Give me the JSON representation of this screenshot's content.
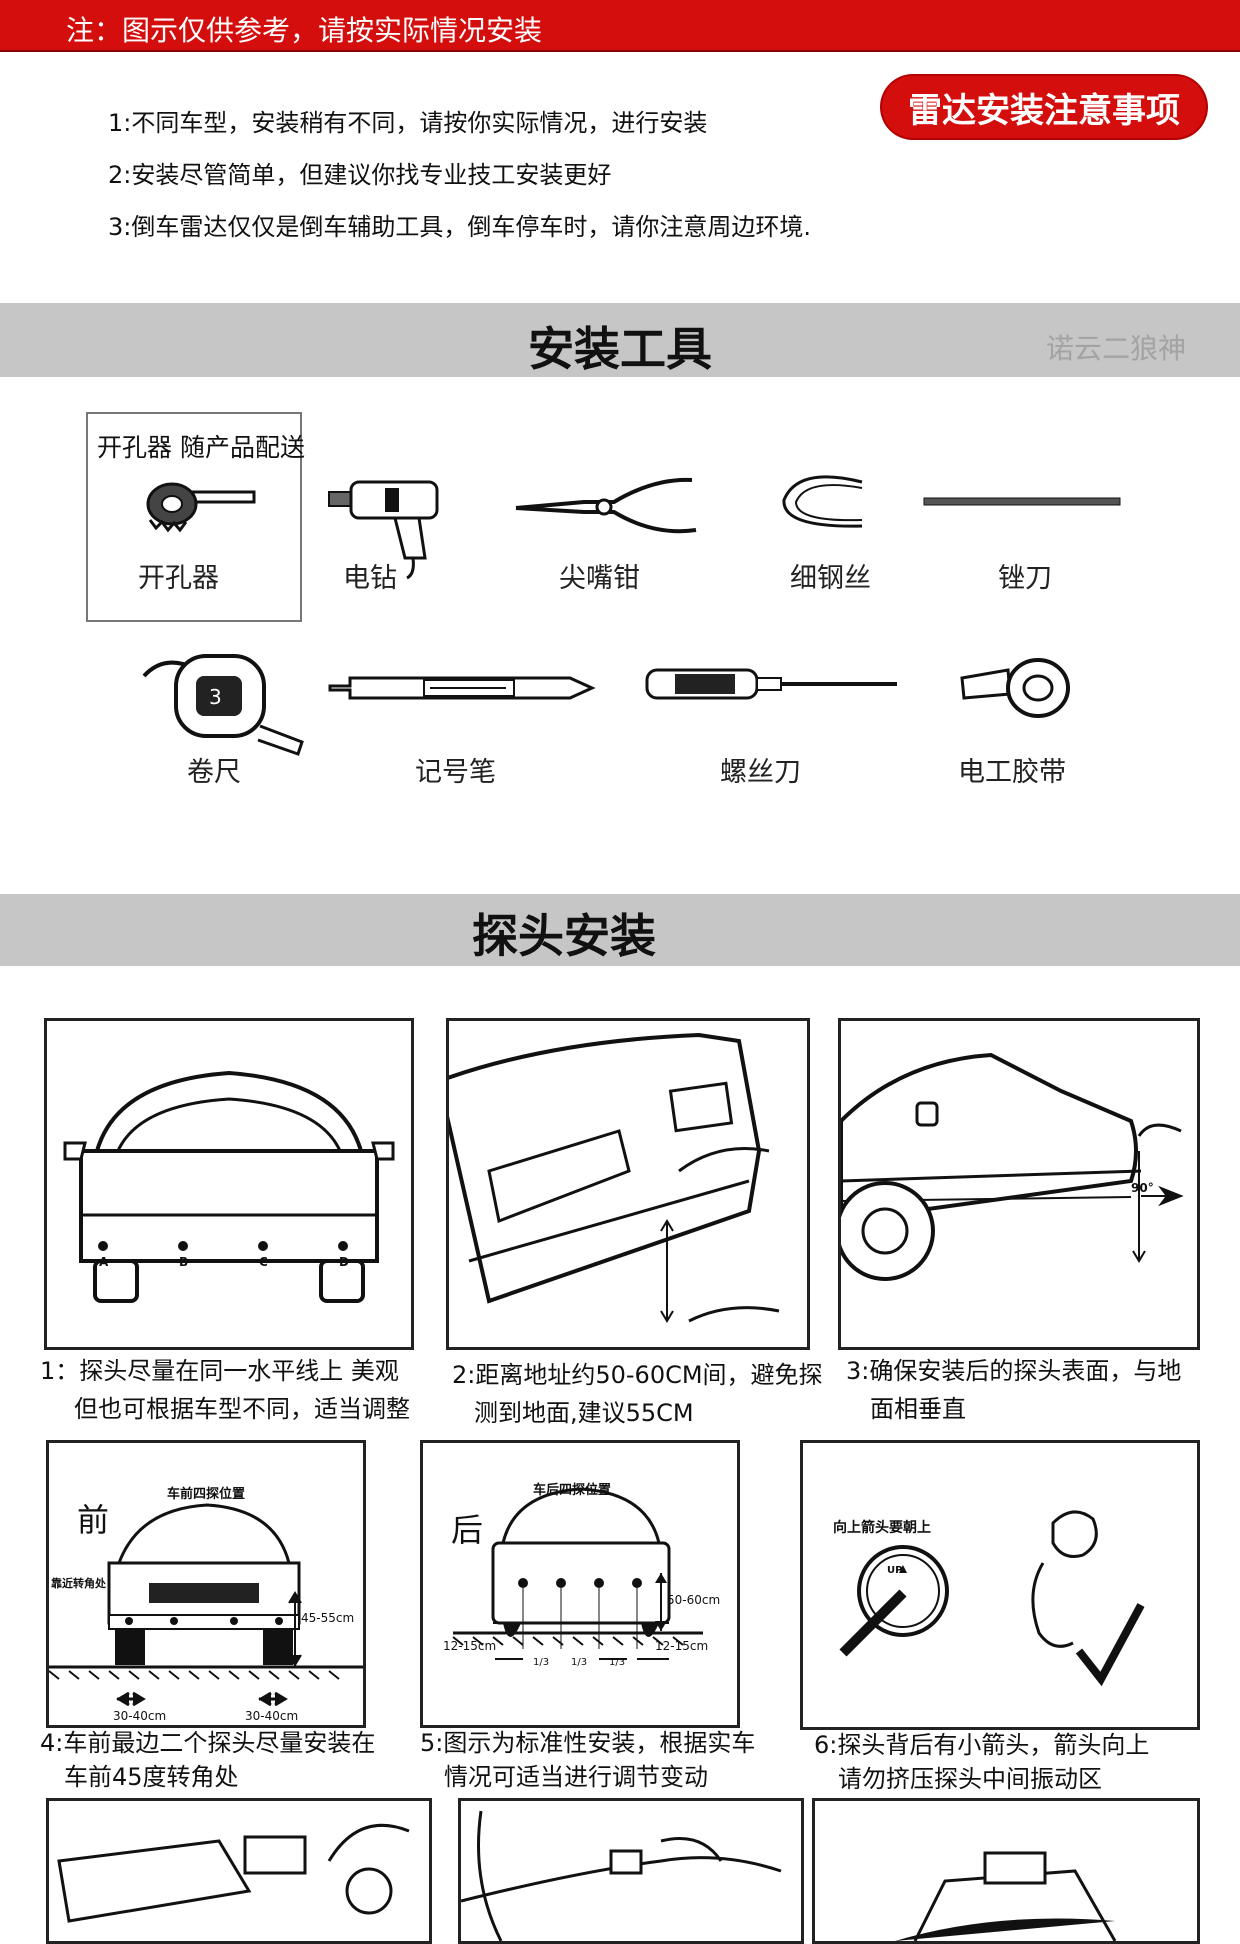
{
  "banner": {
    "notice": "注：图示仅供参考，请按实际情况安装"
  },
  "notes": {
    "items": [
      "1:不同车型，安装稍有不同，请按你实际情况，进行安装",
      "2:安装尽管简单，但建议你找专业技工安装更好",
      "3:倒车雷达仅仅是倒车辅助工具，倒车停车时，请你注意周边环境."
    ],
    "badge": "雷达安装注意事项"
  },
  "tools_section": {
    "title": "安装工具",
    "watermark": "诺云二狼神",
    "holesaw_note": "开孔器 随产品配送",
    "row1": [
      {
        "label": "开孔器",
        "icon": "hole-saw-icon"
      },
      {
        "label": "电钻",
        "icon": "electric-drill-icon"
      },
      {
        "label": "尖嘴钳",
        "icon": "needle-nose-pliers-icon"
      },
      {
        "label": "细钢丝",
        "icon": "steel-wire-icon"
      },
      {
        "label": "锉刀",
        "icon": "file-tool-icon"
      }
    ],
    "row2": [
      {
        "label": "卷尺",
        "icon": "tape-measure-icon"
      },
      {
        "label": "记号笔",
        "icon": "marker-pen-icon"
      },
      {
        "label": "螺丝刀",
        "icon": "screwdriver-icon"
      },
      {
        "label": "电工胶带",
        "icon": "electrical-tape-icon"
      }
    ]
  },
  "probe_section": {
    "title": "探头安装",
    "steps": [
      {
        "line1": "1：探头尽量在同一水平线上 美观",
        "line2": "但也可根据车型不同，适当调整"
      },
      {
        "line1": "2:距离地址约50-60CM间，避免探",
        "line2": "测到地面,建议55CM"
      },
      {
        "line1": "3:确保安装后的探头表面，与地",
        "line2": "面相垂直"
      },
      {
        "line1": "4:车前最边二个探头尽量安装在",
        "line2": "车前45度转角处"
      },
      {
        "line1": "5:图示为标准性安装，根据实车",
        "line2": "情况可适当进行调节变动"
      },
      {
        "line1": "6:探头背后有小箭头，箭头向上",
        "line2": "请勿挤压探头中间振动区"
      }
    ],
    "diagram1": {
      "points": [
        "A",
        "B",
        "C",
        "D"
      ]
    },
    "diagram3": {
      "angle": "90°"
    },
    "diagram4": {
      "heading": "车前四探位置",
      "side": "前",
      "corner_label": "靠近转角处",
      "height": "45-55cm",
      "span_left": "30-40cm",
      "span_right": "30-40cm"
    },
    "diagram5": {
      "heading": "车后四探位置",
      "side": "后",
      "height": "50-60cm",
      "edge_left": "12-15cm",
      "edge_right": "12-15cm",
      "thirds": [
        "1/3",
        "1/3",
        "1/3"
      ]
    },
    "diagram6": {
      "heading": "向上箭头要朝上",
      "up": "UP"
    }
  }
}
